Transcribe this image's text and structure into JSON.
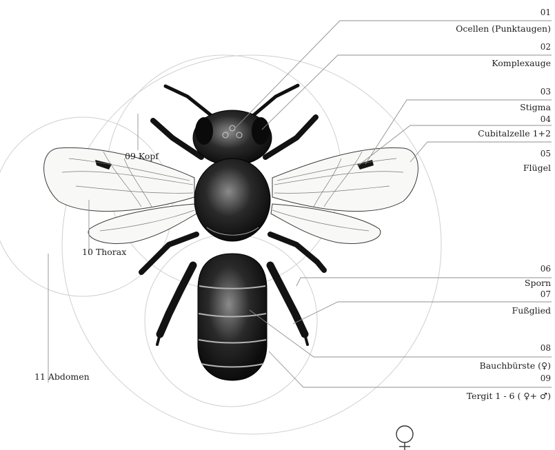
{
  "labels": {
    "l01": {
      "num": "01",
      "text": "Ocellen (Punktaugen)"
    },
    "l02": {
      "num": "02",
      "text": "Komplexauge"
    },
    "l03": {
      "num": "03",
      "text": "Stigma"
    },
    "l04": {
      "num": "04",
      "text": "Cubitalzelle 1+2"
    },
    "l05": {
      "num": "05",
      "text": "Flügel"
    },
    "l06": {
      "num": "06",
      "text": "Sporn"
    },
    "l07": {
      "num": "07",
      "text": "Fußglied"
    },
    "l08": {
      "num": "08",
      "text": "Bauchbürste (♀)"
    },
    "l09": {
      "num": "09",
      "text": "Tergit 1 - 6 ( ♀+ ♂)"
    },
    "kopf": "09 Kopf",
    "thorax": "10 Thorax",
    "abdomen": "11 Abdomen"
  },
  "sex_symbol": "♀",
  "colors": {
    "line": "#9a9a9a",
    "circle": "#c9c9c9",
    "body": "#141414",
    "wing": "#f7f7f5"
  }
}
